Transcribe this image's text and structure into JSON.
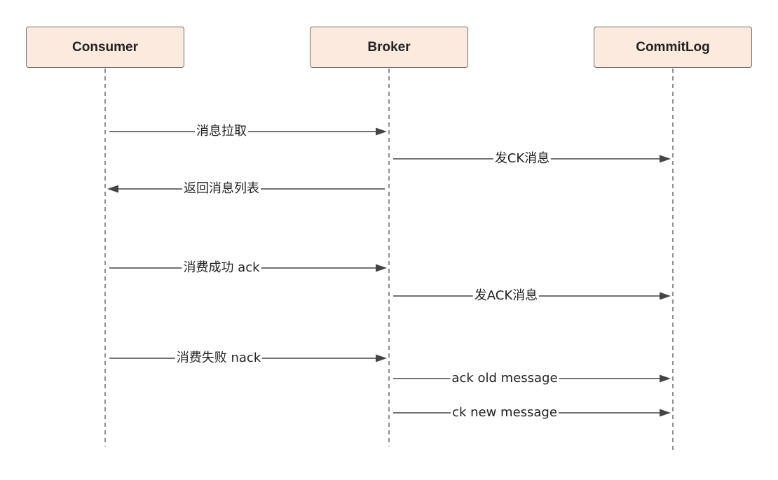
{
  "participants": [
    {
      "id": "consumer",
      "label": "Consumer"
    },
    {
      "id": "broker",
      "label": "Broker"
    },
    {
      "id": "commitlog",
      "label": "CommitLog"
    }
  ],
  "messages": [
    {
      "from": "consumer",
      "to": "broker",
      "label": "消息拉取"
    },
    {
      "from": "broker",
      "to": "commitlog",
      "label": "发CK消息"
    },
    {
      "from": "broker",
      "to": "consumer",
      "label": "返回消息列表"
    },
    {
      "from": "consumer",
      "to": "broker",
      "label": "消费成功 ack"
    },
    {
      "from": "broker",
      "to": "commitlog",
      "label": "发ACK消息"
    },
    {
      "from": "consumer",
      "to": "broker",
      "label": "消费失败 nack"
    },
    {
      "from": "broker",
      "to": "commitlog",
      "label": "ack old message"
    },
    {
      "from": "broker",
      "to": "commitlog",
      "label": "ck new message"
    }
  ],
  "colors": {
    "participant_fill": "#fbeadd",
    "participant_border": "#6e6e6e",
    "line": "#444444"
  }
}
